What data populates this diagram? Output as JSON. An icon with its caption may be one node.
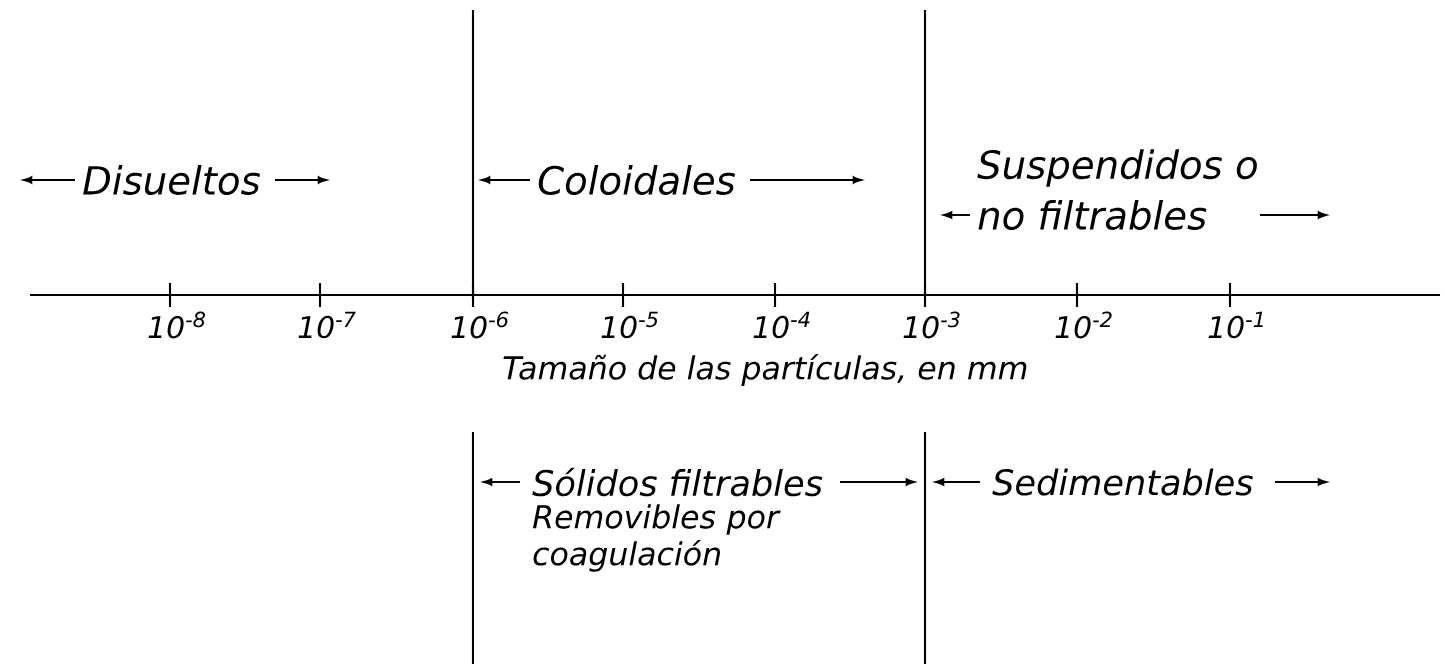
{
  "diagram": {
    "labels": [
      "Disueltos",
      "Coloidales",
      "Suspendidos o",
      "no filtrables",
      "10$^{-8}$",
      "10$^{-7}$",
      "10$^{-6}$",
      "10$^{-5}$",
      "10$^{-4}$",
      "10$^{-3}$",
      "10$^{-2}$",
      "10$^{-1}$",
      "Tamaño de las partículas, en mm",
      "Sólidos filtrables",
      "Sedimentables",
      "Removibles por coagulación"
    ]
  }
}
